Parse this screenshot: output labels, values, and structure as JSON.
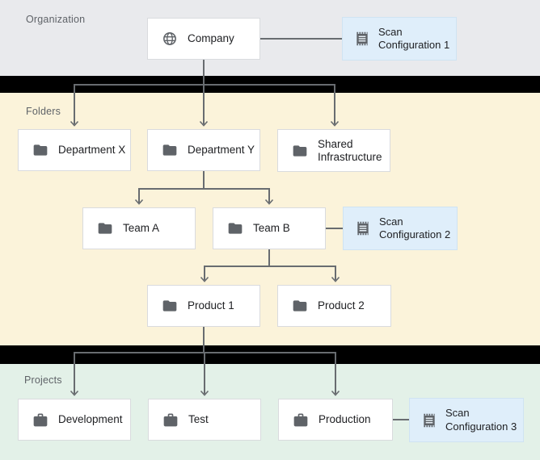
{
  "sections": {
    "organization": {
      "label": "Organization"
    },
    "folders": {
      "label": "Folders"
    },
    "projects": {
      "label": "Projects"
    }
  },
  "nodes": {
    "company": {
      "label": "Company",
      "icon": "globe-icon"
    },
    "scan_config_1": {
      "label": "Scan\nConfiguration 1",
      "icon": "scan-config-icon"
    },
    "department_x": {
      "label": "Department X",
      "icon": "folder-icon"
    },
    "department_y": {
      "label": "Department Y",
      "icon": "folder-icon"
    },
    "shared_infrastructure": {
      "label": "Shared\nInfrastructure",
      "icon": "folder-icon"
    },
    "team_a": {
      "label": "Team A",
      "icon": "folder-icon"
    },
    "team_b": {
      "label": "Team B",
      "icon": "folder-icon"
    },
    "scan_config_2": {
      "label": "Scan\nConfiguration 2",
      "icon": "scan-config-icon"
    },
    "product_1": {
      "label": "Product 1",
      "icon": "folder-icon"
    },
    "product_2": {
      "label": "Product 2",
      "icon": "folder-icon"
    },
    "development": {
      "label": "Development",
      "icon": "briefcase-icon"
    },
    "test": {
      "label": "Test",
      "icon": "briefcase-icon"
    },
    "production": {
      "label": "Production",
      "icon": "briefcase-icon"
    },
    "scan_config_3": {
      "label": "Scan\nConfiguration 3",
      "icon": "scan-config-icon"
    }
  },
  "edges": [
    {
      "from": "company",
      "to": "department_x"
    },
    {
      "from": "company",
      "to": "department_y"
    },
    {
      "from": "company",
      "to": "shared_infrastructure"
    },
    {
      "from": "company",
      "to": "scan_config_1",
      "type": "scan-config-attachment"
    },
    {
      "from": "department_y",
      "to": "team_a"
    },
    {
      "from": "department_y",
      "to": "team_b"
    },
    {
      "from": "team_b",
      "to": "scan_config_2",
      "type": "scan-config-attachment"
    },
    {
      "from": "team_b",
      "to": "product_1"
    },
    {
      "from": "team_b",
      "to": "product_2"
    },
    {
      "from": "product_1",
      "to": "development"
    },
    {
      "from": "product_1",
      "to": "test"
    },
    {
      "from": "product_1",
      "to": "production"
    },
    {
      "from": "production",
      "to": "scan_config_3",
      "type": "scan-config-attachment"
    }
  ],
  "colors": {
    "organization_bg": "#e9eaed",
    "folders_bg": "#fbf3da",
    "projects_bg": "#e3f1e8",
    "scan_config_bg": "#dfeefa",
    "divider": "#000000",
    "connector": "#686c70",
    "icon": "#5f6368",
    "node_text": "#202124",
    "section_label_text": "#5f6368",
    "node_bg": "#ffffff",
    "node_border": "#d9dbde"
  }
}
